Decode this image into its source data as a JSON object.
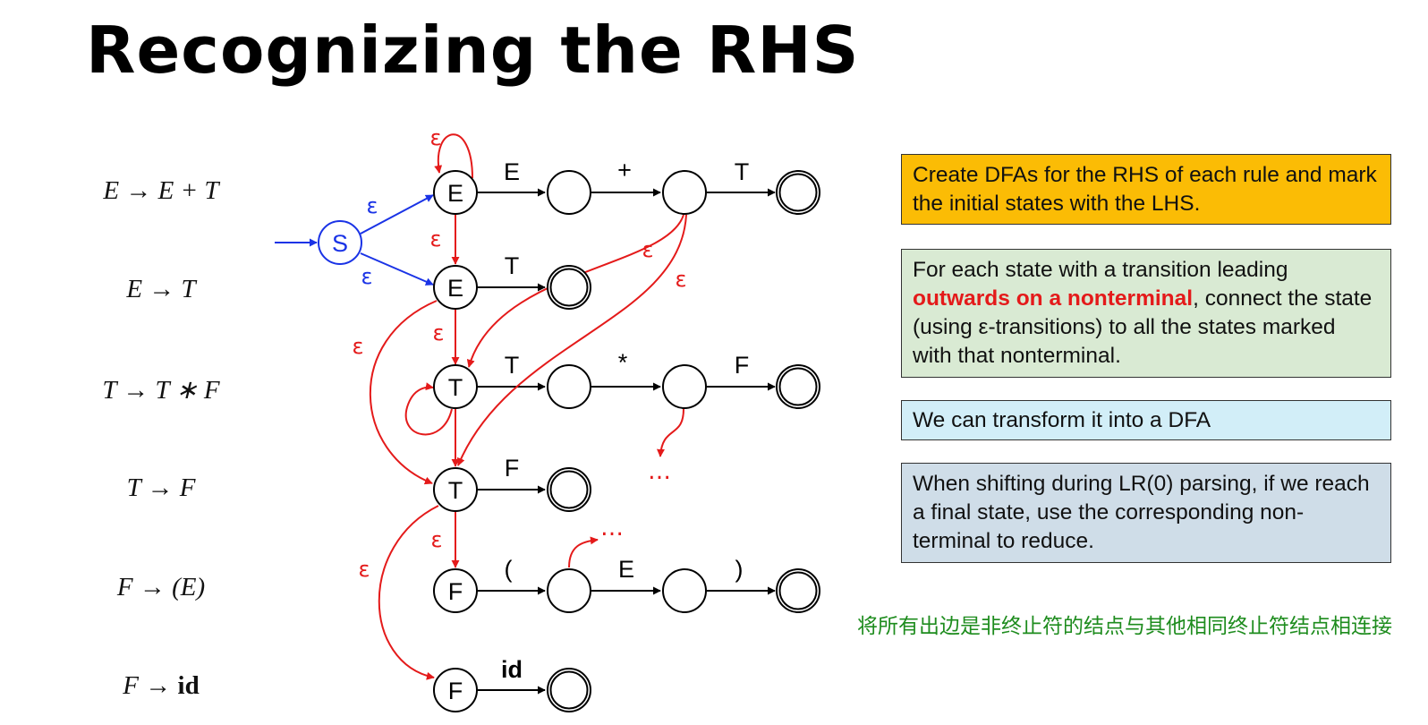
{
  "title": "Recognizing the RHS",
  "rules": [
    {
      "lhs": "E",
      "arrow": "→",
      "rhs": "E + T",
      "kw": ""
    },
    {
      "lhs": "E",
      "arrow": "→",
      "rhs": "T",
      "kw": ""
    },
    {
      "lhs": "T",
      "arrow": "→",
      "rhs": "T ∗ F",
      "kw": ""
    },
    {
      "lhs": "T",
      "arrow": "→",
      "rhs": "F",
      "kw": ""
    },
    {
      "lhs": "F",
      "arrow": "→",
      "rhs": "(E)",
      "kw": ""
    },
    {
      "lhs": "F",
      "arrow": "→",
      "rhs": "",
      "kw": "id"
    }
  ],
  "colors": {
    "epsilon_main": "#e41a1a",
    "epsilon_start": "#1a33e6",
    "box1_bg": "#fbbc05",
    "box2_bg": "#d9ead3",
    "box3_bg": "#d2eef8",
    "box4_bg": "#cfdde8",
    "note_color": "#1e8c1e"
  },
  "diagram": {
    "start_state_label": "S",
    "epsilon": "ε",
    "ellipsis": "…",
    "states": {
      "e1": "E",
      "e2": "E",
      "t3": "T",
      "t4": "T",
      "f5": "F",
      "f6": "F"
    },
    "edge_labels": {
      "r1a": "E",
      "r1b": "+",
      "r1c": "T",
      "r2a": "T",
      "r3a": "T",
      "r3b": "*",
      "r3c": "F",
      "r4a": "F",
      "r5a": "(",
      "r5b": "E",
      "r5c": ")",
      "r6a": "id"
    }
  },
  "boxes": {
    "box1": "Create DFAs for the RHS of each rule and mark the initial states with the LHS.",
    "box2_pre": "For each state with a transition leading ",
    "box2_emph": "outwards on a nonterminal",
    "box2_post": ", connect the state (using ε-transitions) to all the states marked with that nonterminal.",
    "box3": "We can transform it into a DFA",
    "box4": "When shifting during LR(0) parsing, if we reach a final state, use the corresponding non-terminal to reduce."
  },
  "note": "将所有出边是非终止符的结点与其他相同终止符结点相连接"
}
